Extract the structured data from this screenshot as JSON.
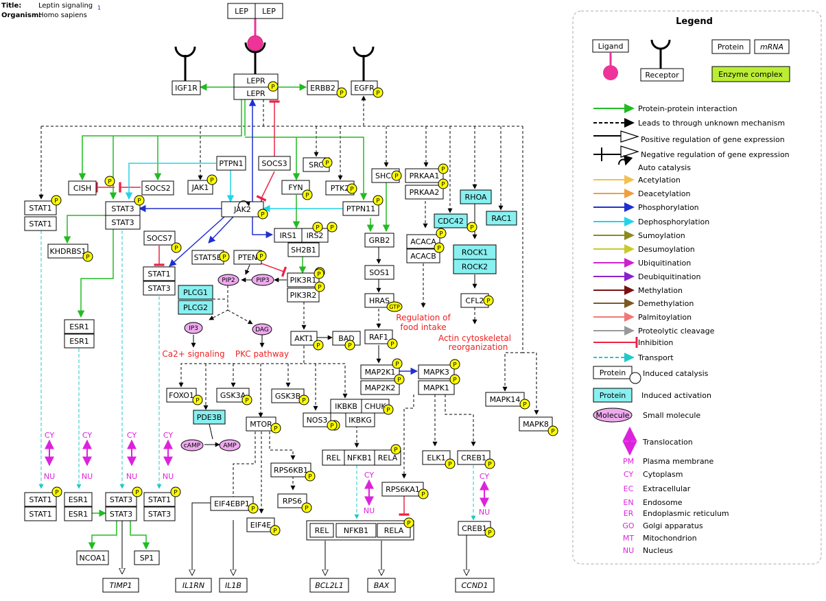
{
  "header": {
    "title_label": "Title:",
    "title": "Leptin signaling",
    "version": "1",
    "organism_label": "Organism:",
    "organism": "Homo sapiens"
  },
  "nodes": {
    "LEP_a": "LEP",
    "LEP_b": "LEP",
    "LEPR_a": "LEPR",
    "LEPR_b": "LEPR",
    "IGF1R": "IGF1R",
    "ERBB2": "ERBB2",
    "EGFR": "EGFR",
    "STAT1_a": "STAT1",
    "STAT1_b": "STAT1",
    "CISH": "CISH",
    "SOCS2": "SOCS2",
    "STAT3_a": "STAT3",
    "STAT3_b": "STAT3",
    "PTPN1": "PTPN1",
    "JAK1": "JAK1",
    "SOCS3": "SOCS3",
    "JAK2": "JAK2",
    "FYN": "FYN",
    "SRC": "SRC",
    "PTK2": "PTK2",
    "PTPN11": "PTPN11",
    "SHC1": "SHC1",
    "PRKAA1": "PRKAA1",
    "PRKAA2": "PRKAA2",
    "RHOA": "RHOA",
    "RAC1": "RAC1",
    "CDC42": "CDC42",
    "KHDRBS1": "KHDRBS1",
    "SOCS7": "SOCS7",
    "IRS1": "IRS1",
    "IRS2": "IRS2",
    "SH2B1": "SH2B1",
    "GRB2": "GRB2",
    "ACACA": "ACACA",
    "ACACB": "ACACB",
    "ROCK1": "ROCK1",
    "ROCK2": "ROCK2",
    "STAT5B": "STAT5B",
    "PTEN": "PTEN",
    "STAT1_c": "STAT1",
    "STAT3_c": "STAT3",
    "PIK3R1": "PIK3R1",
    "PIK3R2": "PIK3R2",
    "SOS1": "SOS1",
    "PLCG1": "PLCG1",
    "PLCG2": "PLCG2",
    "HRAS": "HRAS",
    "CFL2": "CFL2",
    "ESR1_a": "ESR1",
    "ESR1_b": "ESR1",
    "AKT1": "AKT1",
    "BAD": "BAD",
    "RAF1": "RAF1",
    "MAP2K1": "MAP2K1",
    "MAP2K2": "MAP2K2",
    "MAPK3": "MAPK3",
    "MAPK1": "MAPK1",
    "FOXO1": "FOXO1",
    "GSK3A": "GSK3A",
    "GSK3B": "GSK3B",
    "IKBKB": "IKBKB",
    "CHUK": "CHUK",
    "IKBKG": "IKBKG",
    "PDE3B": "PDE3B",
    "NOS3": "NOS3",
    "MTOR": "MTOR",
    "MAPK14": "MAPK14",
    "MAPK8": "MAPK8",
    "REL_a": "REL",
    "NFKB1_a": "NFKB1",
    "RELA_a": "RELA",
    "ELK1": "ELK1",
    "CREB1_a": "CREB1",
    "RPS6KB1": "RPS6KB1",
    "RPS6": "RPS6",
    "RPS6KA1": "RPS6KA1",
    "STAT1_d": "STAT1",
    "STAT1_e": "STAT1",
    "ESR1_c": "ESR1",
    "ESR1_d": "ESR1",
    "STAT3_d": "STAT3",
    "STAT3_e": "STAT3",
    "STAT1_f": "STAT1",
    "STAT3_f": "STAT3",
    "EIF4EBP1": "EIF4EBP1",
    "EIF4E": "EIF4E",
    "REL_b": "REL",
    "NFKB1_b": "NFKB1",
    "RELA_b": "RELA",
    "CREB1_b": "CREB1",
    "NCOA1": "NCOA1",
    "SP1": "SP1",
    "TIMP1": "TIMP1",
    "IL1RN": "IL1RN",
    "IL1B": "IL1B",
    "BCL2L1": "BCL2L1",
    "BAX": "BAX",
    "CCND1": "CCND1"
  },
  "molecules": {
    "PIP2": "PIP2",
    "PIP3": "PIP3",
    "IP3": "IP3",
    "DAG": "DAG",
    "cAMP": "cAMP",
    "AMP": "AMP"
  },
  "labels": {
    "ca2": "Ca2+ signaling",
    "pkc": "PKC pathway",
    "food1": "Regulation of",
    "food2": "food intake",
    "actin1": "Actin cytoskeletal",
    "actin2": "reorganization",
    "cy": "CY",
    "nu": "NU",
    "p": "P",
    "gtp": "GTP"
  },
  "legend": {
    "title": "Legend",
    "ligand": "Ligand",
    "receptor": "Receptor",
    "protein": "Protein",
    "mrna": "mRNA",
    "enzyme_complex": "Enzyme complex",
    "edges": [
      {
        "label": "Protein-protein interaction",
        "color": "#22bb22"
      },
      {
        "label": "Leads to through unknown mechanism",
        "color": "#000000"
      },
      {
        "label": "Positive regulation of gene expression",
        "color": "#000000"
      },
      {
        "label": "Negative regulation of gene expression",
        "color": "#000000"
      },
      {
        "label": "Auto catalysis",
        "color": "#000000"
      },
      {
        "label": "Acetylation",
        "color": "#f2c14e"
      },
      {
        "label": "Deacetylation",
        "color": "#f29e3d"
      },
      {
        "label": "Phosphorylation",
        "color": "#1f2fd1"
      },
      {
        "label": "Dephosphorylation",
        "color": "#22d4e8"
      },
      {
        "label": "Sumoylation",
        "color": "#8b8b1e"
      },
      {
        "label": "Desumoylation",
        "color": "#c9c92c"
      },
      {
        "label": "Ubiquitination",
        "color": "#cc22cc"
      },
      {
        "label": "Deubiquitination",
        "color": "#8822cc"
      },
      {
        "label": "Methylation",
        "color": "#7a1111"
      },
      {
        "label": "Demethylation",
        "color": "#7a5a22"
      },
      {
        "label": "Palmitoylation",
        "color": "#f07878"
      },
      {
        "label": "Proteolytic cleavage",
        "color": "#999999"
      },
      {
        "label": "Inhibition",
        "color": "#ee2244"
      },
      {
        "label": "Transport",
        "color": "#22c8c8"
      }
    ],
    "induced_catalysis": "Induced catalysis",
    "induced_activation": "Induced activation",
    "molecule": "Molecule",
    "small_molecule": "Small molecule",
    "translocation": "Translocation",
    "locations": [
      {
        "code": "PM",
        "name": "Plasma membrane"
      },
      {
        "code": "CY",
        "name": "Cytoplasm"
      },
      {
        "code": "EC",
        "name": "Extracellular"
      },
      {
        "code": "EN",
        "name": "Endosome"
      },
      {
        "code": "ER",
        "name": "Endoplasmic reticulum"
      },
      {
        "code": "GO",
        "name": "Golgi apparatus"
      },
      {
        "code": "MT",
        "name": "Mitochondrion"
      },
      {
        "code": "NU",
        "name": "Nucleus"
      }
    ]
  },
  "colors": {
    "ppi": "#22bb22",
    "phos": "#1f2fd1",
    "dephos": "#22d4e8",
    "inhibition": "#ee2244",
    "transport": "#22c8c8",
    "phospho_badge": "#ffff00",
    "activation_fill": "#88f0f0",
    "enzyme_complex_fill": "#bbee33",
    "ligand": "#ee3399",
    "molecule_fill": "#eeaaee",
    "location_text": "#dd22dd",
    "process_text": "#ee2222"
  }
}
